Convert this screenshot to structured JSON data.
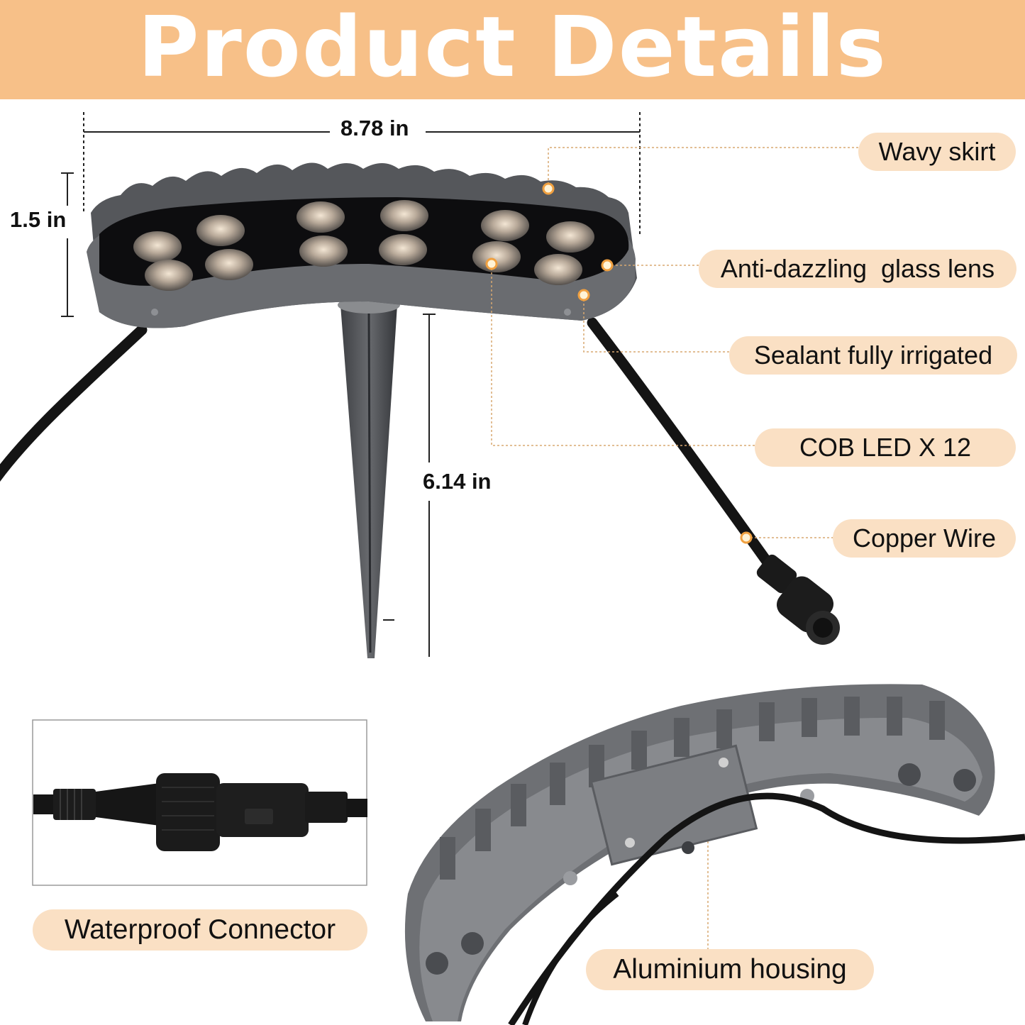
{
  "title": "Product Details",
  "dimensions": {
    "width": "8.78 in",
    "height": "1.5 in",
    "stake": "6.14 in"
  },
  "callouts": {
    "wavy_skirt": "Wavy skirt",
    "glass_lens": "Anti-dazzling  glass lens",
    "sealant": "Sealant fully irrigated",
    "cob_led": "COB LED X 12",
    "copper_wire": "Copper Wire",
    "connector": "Waterproof Connector",
    "housing": "Aluminium housing"
  },
  "colors": {
    "banner": "#f7c088",
    "pill": "#fae0c4",
    "housing": "#5a5c60",
    "lens": "#0d0d0f"
  },
  "icons": [
    "lamp-front-illustration",
    "stake-illustration",
    "connector-illustration",
    "lamp-back-illustration"
  ]
}
